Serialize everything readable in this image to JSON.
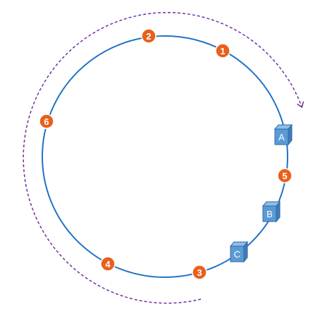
{
  "colors": {
    "ring": "#1f72c4",
    "node_fill": "#e8601c",
    "node_stroke": "#ffffff",
    "node_text": "#ffffff",
    "server_front": "#5b9bd5",
    "server_top": "#8fbde8",
    "server_side": "#3f7cb8",
    "server_stroke": "#2e6aa6",
    "arrow": "#7030a0"
  },
  "ring_nodes": [
    {
      "label": "1"
    },
    {
      "label": "2"
    },
    {
      "label": "3"
    },
    {
      "label": "4"
    },
    {
      "label": "5"
    },
    {
      "label": "6"
    }
  ],
  "servers": [
    {
      "label": "A"
    },
    {
      "label": "B"
    },
    {
      "label": "C"
    }
  ],
  "direction_arrow": {
    "style": "dashed",
    "direction": "clockwise"
  }
}
